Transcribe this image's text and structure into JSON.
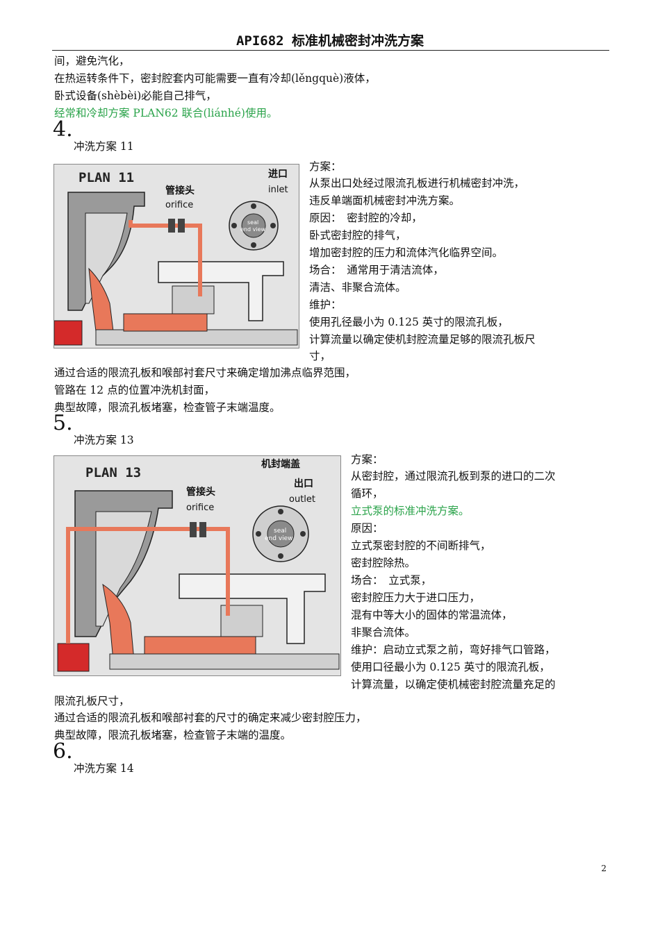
{
  "header": {
    "title": "API682 标准机械密封冲洗方案"
  },
  "intro": {
    "line1": "间，避免汽化，",
    "line2": "在热运转条件下，密封腔套内可能需要一直有冷却(lěngquè)液体，",
    "line3": "卧式设备(shèbèi)必能自己排气，",
    "line4": "经常和冷却方案 PLAN62 联合(liánhé)使用。"
  },
  "sections": [
    {
      "number": "4.",
      "title": "冲洗方案 11",
      "figure": {
        "plan": "PLAN  11",
        "orifice_cn": "管接头",
        "orifice_en": "orifice",
        "port_cn": "进口",
        "port_en": "inlet",
        "seal1": "seal",
        "seal2": "end view"
      },
      "side": [
        "方案：",
        "从泵出口处经过限流孔板进行机械密封冲洗，",
        "违反单端面机械密封冲洗方案。",
        "原因：　密封腔的冷却，",
        "卧式密封腔的排气，",
        "增加密封腔的压力和流体汽化临界空间。",
        "场合：　通常用于清洁流体，",
        "清洁、非聚合流体。",
        "维护：",
        "使用孔径最小为 0.125 英寸的限流孔板，",
        "计算流量以确定使机封腔流量足够的限流孔板尺",
        "寸，"
      ],
      "after": [
        "通过合适的限流孔板和喉部衬套尺寸来确定增加沸点临界范围，",
        "管路在 12 点的位置冲洗机封面，",
        "典型故障，限流孔板堵塞，检查管子末端温度。"
      ]
    },
    {
      "number": "5.",
      "title": "冲洗方案 13",
      "figure": {
        "plan": "PLAN  13",
        "gland_cn": "机封端盖",
        "orifice_cn": "管接头",
        "orifice_en": "orifice",
        "port_cn": "出口",
        "port_en": "outlet",
        "seal1": "seal",
        "seal2": "end view"
      },
      "side": [
        "方案：",
        "从密封腔，通过限流孔板到泵的进口的二次",
        "循环，",
        "立式泵的标准冲洗方案。",
        "原因：",
        "立式泵密封腔的不间断排气，",
        "密封腔除热。",
        "场合：　立式泵，",
        "密封腔压力大于进口压力，",
        "混有中等大小的固体的常温流体，",
        "非聚合流体。",
        "维护：启动立式泵之前，弯好排气口管路，",
        "使用口径最小为 0.125 英寸的限流孔板，",
        "计算流量，以确定使机械密封腔流量充足的"
      ],
      "after": [
        "限流孔板尺寸，",
        "通过合适的限流孔板和喉部衬套的尺寸的确定来减少密封腔压力，",
        "典型故障，限流孔板堵塞，检查管子末端的温度。"
      ]
    },
    {
      "number": "6.",
      "title": "冲洗方案 14"
    }
  ],
  "page_number": "2",
  "colors": {
    "accent_green": "#2aa34a",
    "pipe_orange": "#e8785a",
    "pump_red": "#d42a2a"
  }
}
